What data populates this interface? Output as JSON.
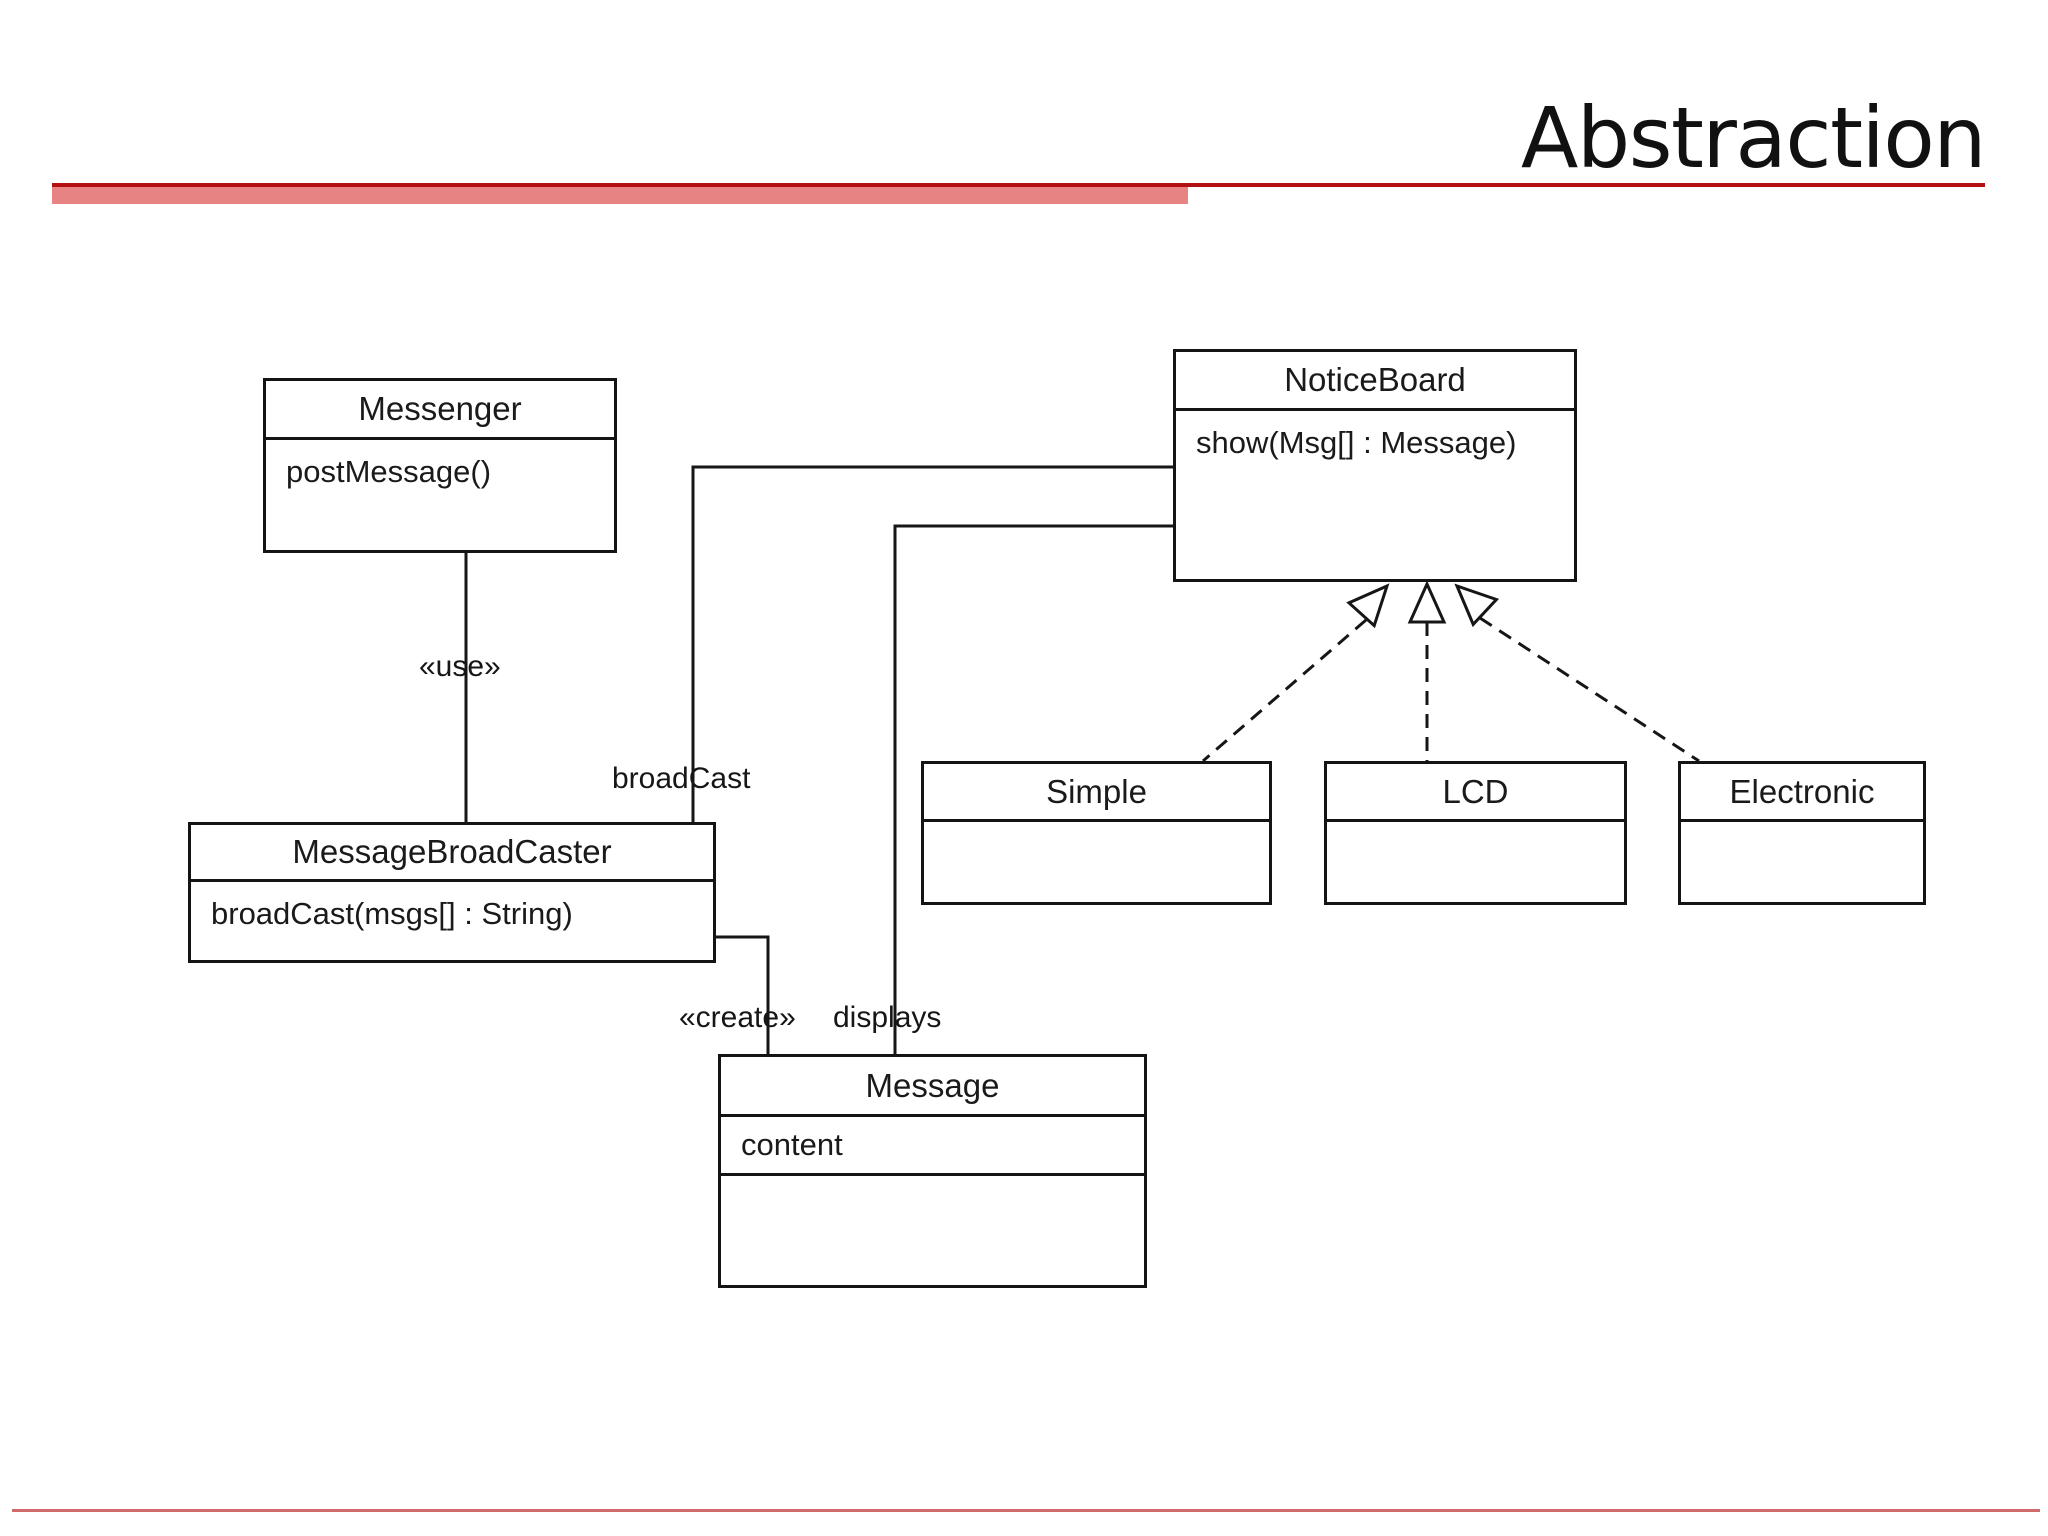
{
  "slide": {
    "title": "Abstraction"
  },
  "colors": {
    "accent_dark_red": "#b31111",
    "accent_pink": "#e88383",
    "bottom_rule_red": "#cf6b6b",
    "diagram_ink": "#161616"
  },
  "diagram": {
    "classes": [
      {
        "id": "messenger",
        "name": "Messenger",
        "attributes": [],
        "methods": [
          "postMessage()"
        ]
      },
      {
        "id": "noticeboard",
        "name": "NoticeBoard",
        "attributes": [],
        "methods": [
          "show(Msg[] : Message)"
        ]
      },
      {
        "id": "broadcaster",
        "name": "MessageBroadCaster",
        "attributes": [],
        "methods": [
          "broadCast(msgs[] : String)"
        ]
      },
      {
        "id": "simple",
        "name": "Simple",
        "attributes": [],
        "methods": []
      },
      {
        "id": "lcd",
        "name": "LCD",
        "attributes": [],
        "methods": []
      },
      {
        "id": "electronic",
        "name": "Electronic",
        "attributes": [],
        "methods": []
      },
      {
        "id": "message",
        "name": "Message",
        "attributes": [
          "content"
        ],
        "methods": []
      }
    ],
    "labels": {
      "use": "«use»",
      "broadcast": "broadCast",
      "create": "«create»",
      "displays": "displays"
    },
    "relationships": [
      {
        "from": "Messenger",
        "to": "MessageBroadCaster",
        "label": "«use»",
        "style": "solid"
      },
      {
        "from": "MessageBroadCaster",
        "to": "NoticeBoard",
        "label": "broadCast",
        "style": "solid"
      },
      {
        "from": "MessageBroadCaster",
        "to": "Message",
        "label": "«create»",
        "style": "solid"
      },
      {
        "from": "NoticeBoard",
        "to": "Message",
        "label": "displays",
        "style": "solid"
      },
      {
        "from": "Simple",
        "to": "NoticeBoard",
        "label": "",
        "style": "dashed-hollow-triangle"
      },
      {
        "from": "LCD",
        "to": "NoticeBoard",
        "label": "",
        "style": "dashed-hollow-triangle"
      },
      {
        "from": "Electronic",
        "to": "NoticeBoard",
        "label": "",
        "style": "dashed-hollow-triangle"
      }
    ]
  }
}
